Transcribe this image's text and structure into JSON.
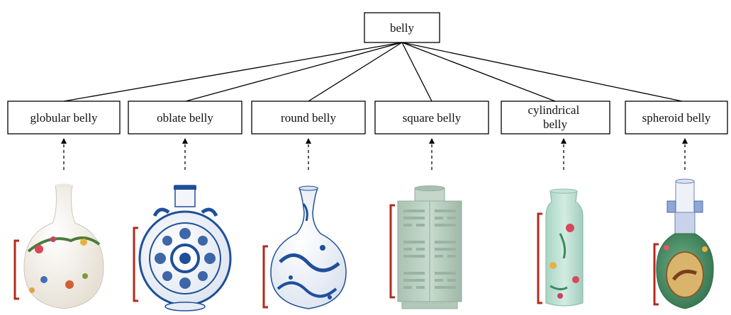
{
  "root": {
    "label": "belly"
  },
  "categories": [
    {
      "id": "globular",
      "label": "globular belly",
      "vase": "double-gourd-like globular vase with colorful figures and tree"
    },
    {
      "id": "oblate",
      "label": "oblate belly",
      "vase": "blue and white moon flask with floral medallions"
    },
    {
      "id": "round",
      "label": "round belly",
      "vase": "blue and white bottle vase with dragons"
    },
    {
      "id": "square",
      "label": "square belly",
      "vase": "celadon cong-shaped square vase with trigrams"
    },
    {
      "id": "cylindrical",
      "label": "cylindrical belly",
      "vase": "celadon-ground cylindrical vase with enamel flowers"
    },
    {
      "id": "spheroid",
      "label": "spheroid belly",
      "vase": "famille-rose vase with deer panel and handles"
    }
  ],
  "colors": {
    "bracket": "#b5291e",
    "line": "#000000",
    "blue": "#1e4f9a",
    "celadon": "#b9cfc0",
    "enamel_green": "#3b8a5a",
    "cream": "#f3eee4"
  }
}
